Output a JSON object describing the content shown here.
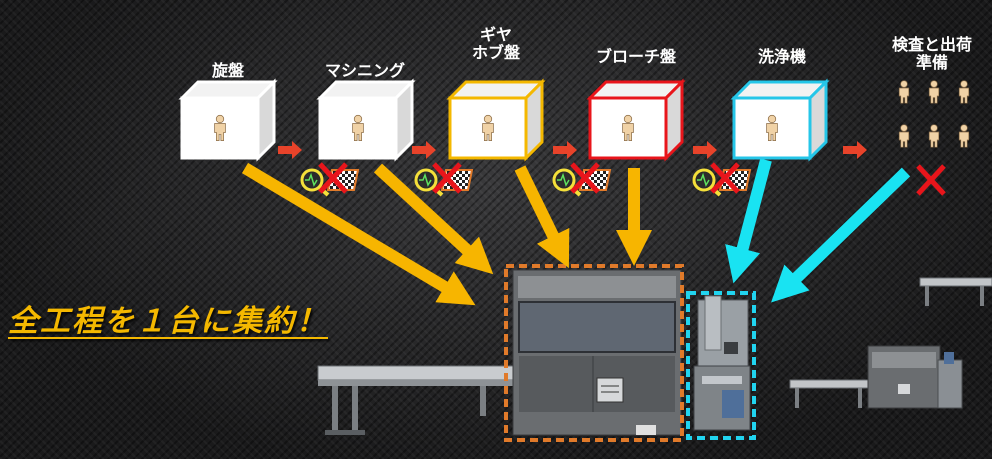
{
  "processes": [
    {
      "label": "旋盤",
      "color": "#ffffff"
    },
    {
      "label": "マシニング",
      "color": "#ffffff"
    },
    {
      "label": "ギヤ\nホブ盤",
      "color": "#f4b800"
    },
    {
      "label": "ブローチ盤",
      "color": "#e8151b"
    },
    {
      "label": "洗浄機",
      "color": "#25c6e8"
    }
  ],
  "inspection": {
    "label": "検査と出荷\n準備"
  },
  "slogan": "全工程を１台に集約！",
  "colors": {
    "arrow_orange": "#f7b500",
    "arrow_cyan": "#19e3f2",
    "small_arrow": "#e8432a",
    "cross": "#e8151b",
    "frame_orange": "#e07a2a",
    "frame_cyan": "#21d4f0",
    "person": "#f0d2a6"
  }
}
